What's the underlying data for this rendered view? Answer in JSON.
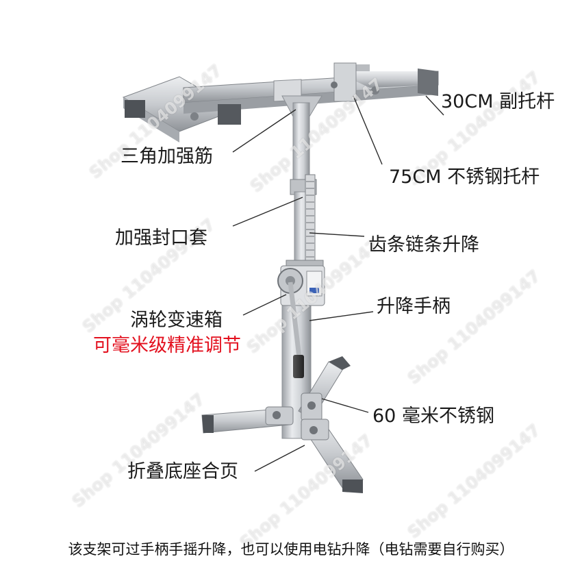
{
  "labels": {
    "sub_bar": "30CM 副托杆",
    "rib": "三角加强筋",
    "main_bar": "75CM 不锈钢托杆",
    "sleeve": "加强封口套",
    "rack": "齿条链条升降",
    "gearbox": "涡轮变速箱",
    "precision": "可毫米级精准调节",
    "handle": "升降手柄",
    "tube": "60 毫米不锈钢",
    "hinge": "折叠底座合页"
  },
  "caption": "该支架可过手柄手摇升降，也可以使用电钻升降（电钻需要自行购买）",
  "watermark": "Shop 1104099147",
  "colors": {
    "text": "#1a1a1a",
    "accent_red": "#e3101e",
    "metal": "#c9ccd0"
  }
}
